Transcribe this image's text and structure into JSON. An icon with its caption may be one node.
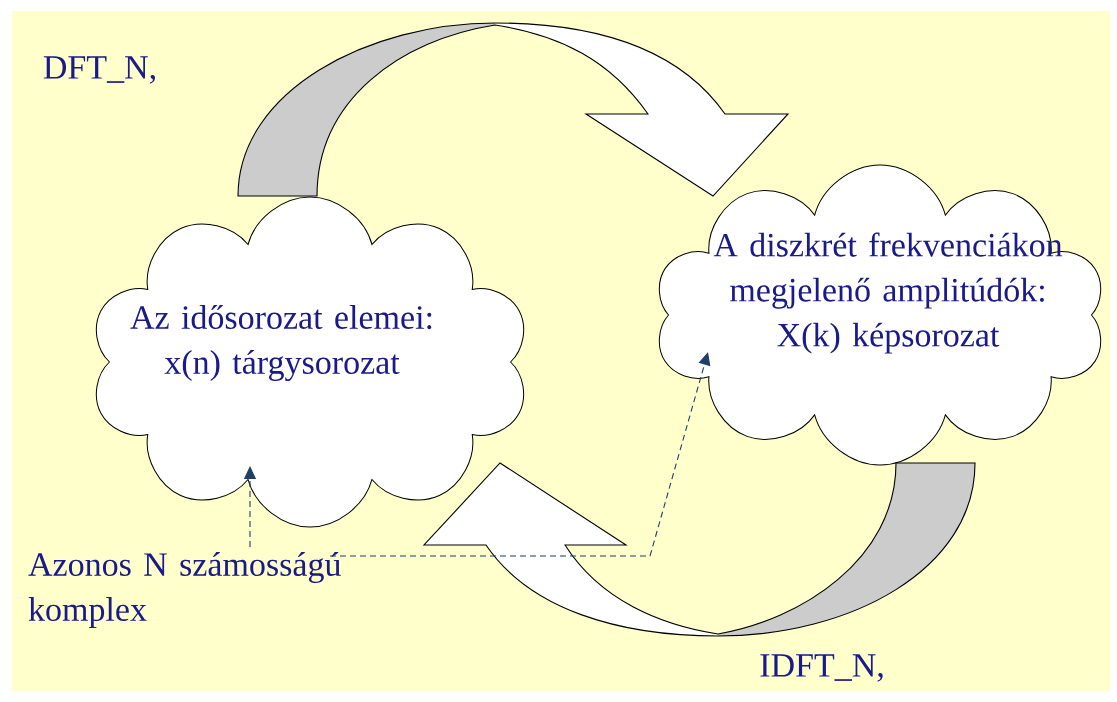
{
  "diagram": {
    "nodes": [
      {
        "text": [
          "Az idősorozat elemei: x(n) tárgysorozat"
        ]
      },
      {
        "text": [
          "A diszkrét frekvenciákon megjelenő amplitúdók: X(k) képsorozat"
        ]
      },
      {
        "text": [
          "Azonos N számosságú komplex"
        ]
      }
    ],
    "edges": [
      {
        "from": 0,
        "to": 1,
        "arrow": "to"
      },
      {
        "from": 1,
        "to": 0,
        "arrow": "to"
      },
      {
        "from": 2,
        "to": 0,
        "arrow": "to",
        "style": "dashed",
        "color": "#1f3f66"
      },
      {
        "from": 2,
        "to": 1,
        "arrow": "to",
        "style": "dashed",
        "color": "#1f3f66"
      }
    ],
    "labels": [
      "DFT_N,",
      "IDFT_N,"
    ]
  }
}
